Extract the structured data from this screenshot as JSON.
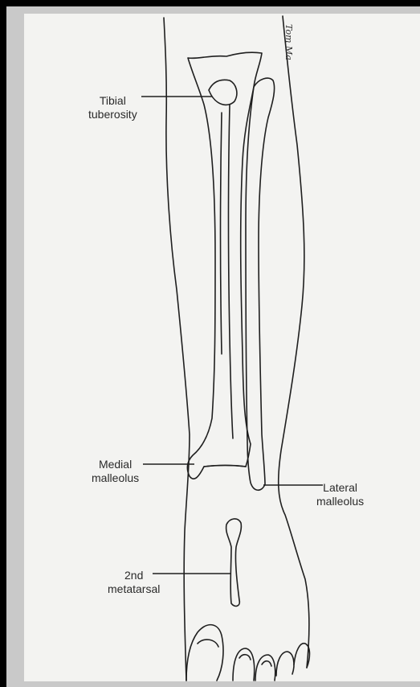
{
  "figure": {
    "labels": {
      "tibial_tuberosity": [
        "Tibial",
        "tuberosity"
      ],
      "medial_malleolus": [
        "Medial",
        "malleolus"
      ],
      "lateral_malleolus": [
        "Lateral",
        "malleolus"
      ],
      "second_metatarsal": [
        "2nd",
        "metatarsal"
      ]
    },
    "signature": "Tom Ma"
  },
  "colors": {
    "frame": "#000000",
    "border": "#c9c9c9",
    "paper": "#f3f3f1",
    "ink": "#1f1f1f"
  }
}
